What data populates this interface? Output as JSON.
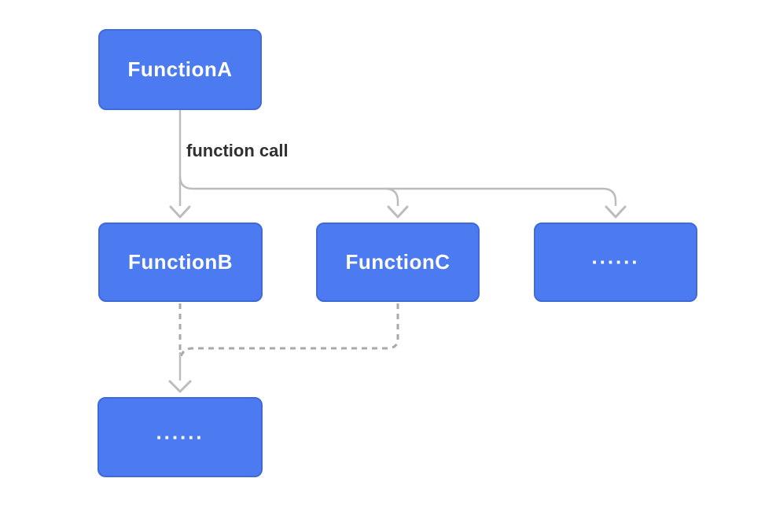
{
  "diagram": {
    "nodes": [
      {
        "id": "function-a",
        "label": "FunctionA"
      },
      {
        "id": "function-b",
        "label": "FunctionB"
      },
      {
        "id": "function-c",
        "label": "FunctionC"
      },
      {
        "id": "more-callees",
        "label": "······"
      },
      {
        "id": "more-nested-calls",
        "label": "······"
      }
    ],
    "edge_label": "function call"
  },
  "colors": {
    "canvas-bg": "#ffffff",
    "node-fill": "#4c7af0",
    "node-border": "#3f6ad8",
    "node-text": "#ffffff",
    "solid-edge": "#bcbcbc",
    "dashed-edge": "#a9a9a9",
    "edge-label-text": "#303030"
  }
}
